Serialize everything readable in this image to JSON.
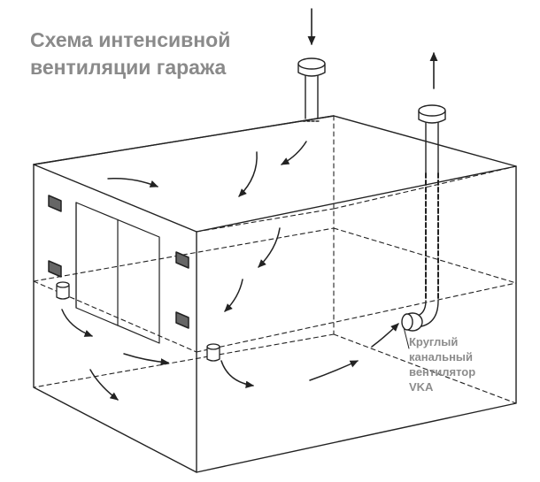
{
  "title": {
    "line1": "Схема интенсивной",
    "line2": "вентиляции гаража"
  },
  "fan_label": {
    "line1": "Круглый",
    "line2": "канальный",
    "line3": "вентилятор",
    "line4": "VKA"
  },
  "colors": {
    "line": "#222222",
    "title_text": "#8a8a8a",
    "label_text": "#8c8c8c",
    "background": "#ffffff"
  },
  "icons": [
    "supply-airflow-arrow",
    "exhaust-airflow-arrow",
    "air-vent-grille",
    "floor-air-intake",
    "round-duct-fan"
  ]
}
